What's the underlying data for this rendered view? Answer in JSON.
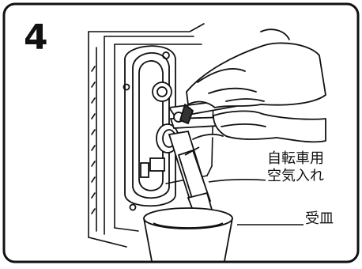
{
  "step": {
    "number": "4"
  },
  "callouts": {
    "pump_line1": "自転車用",
    "pump_line2": "空気入れ",
    "tray": "受皿"
  },
  "colors": {
    "line": "#111111",
    "background": "#ffffff"
  }
}
